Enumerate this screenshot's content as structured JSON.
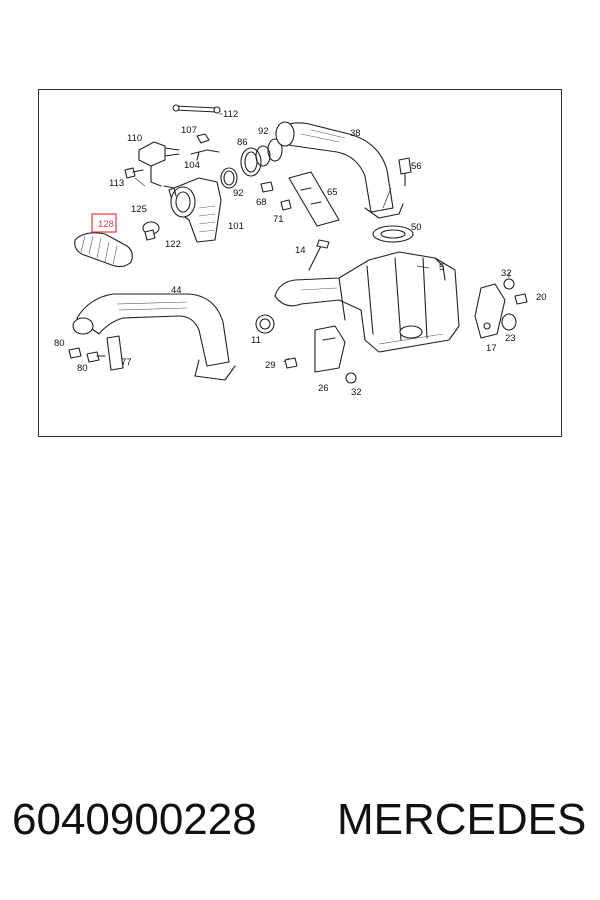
{
  "diagram": {
    "callouts": {
      "c112": "112",
      "c107": "107",
      "c110": "110",
      "c86": "86",
      "c92a": "92",
      "c38": "38",
      "c104": "104",
      "c56": "56",
      "c113": "113",
      "c65": "65",
      "c92b": "92",
      "c68": "68",
      "c125": "125",
      "c101": "101",
      "c71": "71",
      "c128": "128",
      "c122": "122",
      "c50": "50",
      "c14": "14",
      "c5": "5",
      "c44": "44",
      "c32a": "32",
      "c20": "20",
      "c11": "11",
      "c80a": "80",
      "c77": "77",
      "c80b": "80",
      "c29": "29",
      "c17": "17",
      "c23": "23",
      "c26": "26",
      "c32b": "32"
    },
    "highlight_color": "#e0393e"
  },
  "footer": {
    "part_number": "6040900228",
    "brand": "MERCEDES"
  }
}
